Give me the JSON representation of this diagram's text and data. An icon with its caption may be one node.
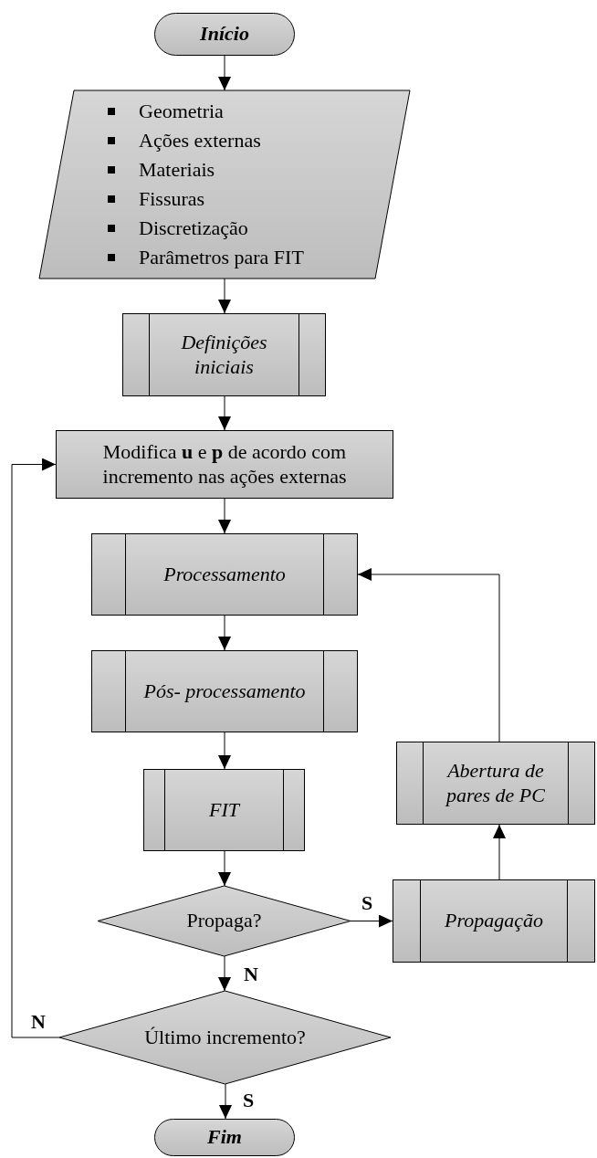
{
  "diagram": {
    "nodes": [
      {
        "text": [
          "Início"
        ]
      },
      {
        "text": [
          "Geometria",
          "Ações externas",
          "Materiais",
          "Fissuras",
          "Discretização",
          "Parâmetros para FIT"
        ]
      },
      {
        "text": [
          "Definições iniciais"
        ]
      },
      {
        "text": [
          "Modifica **u** e **p** de acordo com incremento nas ações externas"
        ]
      },
      {
        "text": [
          "Processamento"
        ]
      },
      {
        "text": [
          "Pós- processamento"
        ]
      },
      {
        "text": [
          "FIT"
        ]
      },
      {
        "text": [
          "Propaga?"
        ]
      },
      {
        "text": [
          "Propagação"
        ]
      },
      {
        "text": [
          "Abertura de pares de PC"
        ]
      },
      {
        "text": [
          "Último incremento?"
        ]
      },
      {
        "text": [
          "Fim"
        ]
      }
    ],
    "edges": [
      {
        "from": 0,
        "to": 1,
        "arrow": "to"
      },
      {
        "from": 1,
        "to": 2,
        "arrow": "to"
      },
      {
        "from": 2,
        "to": 3,
        "arrow": "to"
      },
      {
        "from": 3,
        "to": 4,
        "arrow": "to"
      },
      {
        "from": 4,
        "to": 5,
        "arrow": "to"
      },
      {
        "from": 5,
        "to": 6,
        "arrow": "to"
      },
      {
        "from": 6,
        "to": 7,
        "arrow": "to"
      },
      {
        "from": 7,
        "to": 8,
        "arrow": "to",
        "label": "S"
      },
      {
        "from": 8,
        "to": 9,
        "arrow": "to"
      },
      {
        "from": 9,
        "to": 4,
        "arrow": "to"
      },
      {
        "from": 7,
        "to": 10,
        "arrow": "to",
        "label": "N"
      },
      {
        "from": 10,
        "to": 3,
        "arrow": "to",
        "label": "N"
      },
      {
        "from": 10,
        "to": 11,
        "arrow": "to",
        "label": "S"
      }
    ]
  }
}
